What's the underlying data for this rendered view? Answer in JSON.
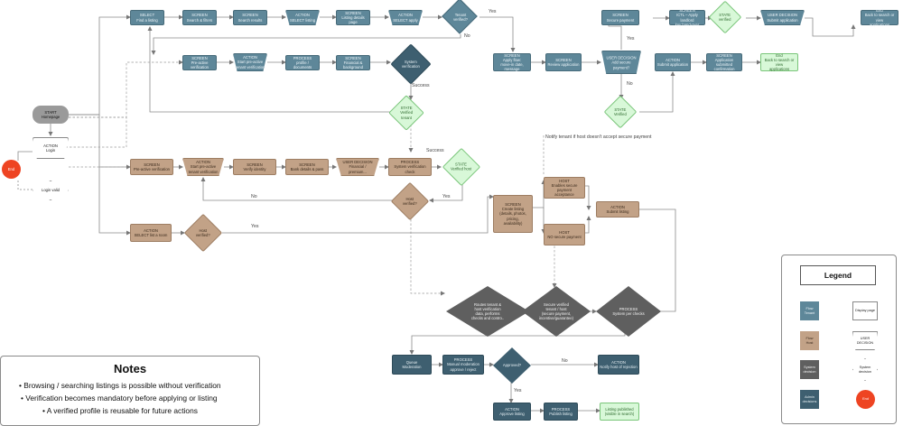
{
  "nodes": {
    "select_find_listing": "SELECT\nFind a listing",
    "screen_search_filters": "SCREEN\nSearch & filters",
    "screen_search_results": "SCREEN\nSearch results",
    "action_select_listing": "ACTION\nSELECT listing",
    "screen_listing_details": "SCREEN\nListing details page",
    "action_select_apply": "ACTION\nSELECT apply",
    "d_tenant_verified": "Tenant\nverified?",
    "screen_apply_details": "SCREEN\nApply flow:\nmove-in date, message",
    "screen_review_app": "SCREEN\nReview application",
    "user_decision_secure": "USER DECISION\nAdd secure\npayment?",
    "screen_secure_payment": "SCREEN\nSecure payment",
    "screen_ictl_key_hand": "SCREEN\nICTL – Apply landlord\nkey hand-over",
    "state_verified_payment": "STATE\nverified",
    "user_decision_submit": "USER DECISION\nSubmit application",
    "end_back_apps_top": "End\nBack to search or view\napplications",
    "action_submit_app": "ACTION\nSubmit application",
    "screen_app_submitted": "SCREEN\nApplication submitted\nconfirmation",
    "end_back_apps_2": "End\nBack to search or view\napplications",
    "state_verified_tenant2": "STATE\nVerified",
    "screen_pre_active_tenant": "SCREEN\nPre-active verification",
    "action_start_tenant": "ACTION\nStart pre-active\ntenant verification",
    "process_profile_docs": "PROCESS\nprofile / documents",
    "screen_financial_bg": "SCREEN\nFinancial & background",
    "d_system_verification_t": "System\nverification",
    "state_verified_tenant": "STATE\nVerified\ntenant",
    "start_homepage": "START\nHomepage",
    "action_login": "ACTION\nLogin",
    "end_login": "End",
    "login_valid": "Login valid",
    "screen_pre_active_host": "SCREEN\nPre-active verification",
    "action_start_host": "ACTION\nStart pre-active\ntenant verification",
    "screen_verify_identity": "SCREEN\nVerify identity",
    "screen_bank_details": "SCREEN\nBank details & pass",
    "user_decision_financial": "USER DECISION\nFinancial /\npremium...",
    "process_system_check": "PROCESS\nSystem verification\ncheck",
    "state_verified_host": "STATE\nVerified host",
    "d_host_verified_mid": "Host\nverified?",
    "screen_create_listing": "SCREEN\nCreate listing\n(details, photos, pricing,\navailability)",
    "host_enables_secure": "HOST\nEnables secure payment\nacceptance",
    "host_no_secure": "HOST\nNO secure payment",
    "action_submit_listing": "ACTION\nSubmit listing",
    "action_select_new_listing": "ACTION\nSELECT list a room",
    "d_host_verified": "Host\nverified?",
    "d_route_verification": "Routes tenant &\nhost verification\ndata, performs\nchecks and contro..",
    "d_secure_verified": "Secure verified\ntenant / host\n(secure payment,\nincentive/guarantee)",
    "d_process_system_checks": "PROCESS\nSystem per checks",
    "queue_moderation": "Queue\nModeration",
    "process_manual_moderation": "PROCESS\nManual moderation\napprove / reject",
    "d_approved": "Approved?",
    "action_notify_rejection": "ACTION\nNotify host of rejection",
    "action_approve_listing": "ACTION\nApprove listing",
    "process_publish_listing": "PROCESS\nPublish listing",
    "listing_published": "Listing published\n(visible in search)"
  },
  "edge_labels": {
    "yes_tenant": "Yes",
    "no_tenant": "No",
    "success_tenant": "Success",
    "success_host": "Success",
    "yes_secure": "Yes",
    "no_secure": "No",
    "notify_tenant": "Notify tenant if host doesn't accept secure payment",
    "no_host_mid": "No",
    "yes_host_mid": "Yes",
    "yes_host": "Yes",
    "no_approved": "No",
    "yes_approved": "Yes"
  },
  "notes": {
    "title": "Notes",
    "items": [
      "Browsing / searching listings is possible without verification",
      "Verification becomes mandatory before applying or listing",
      "A verified profile is reusable for future actions"
    ]
  },
  "legend": {
    "title": "Legend",
    "tenant": "Flow\nTenant",
    "display_page": "Display page",
    "host": "Flow\nHost",
    "user_decision": "USER\nDECISION",
    "system_decision": "System\ndecision",
    "system_decision_outline": "System\ndecision",
    "admin": "Admin\ndecisions",
    "end": "End"
  },
  "colors": {
    "tenant": "#5e8799",
    "host": "#c2a287",
    "admin": "#3e5f70",
    "system_decision": "#5f5f5f",
    "state": "#d8f8d8",
    "end": "#ee4422"
  }
}
